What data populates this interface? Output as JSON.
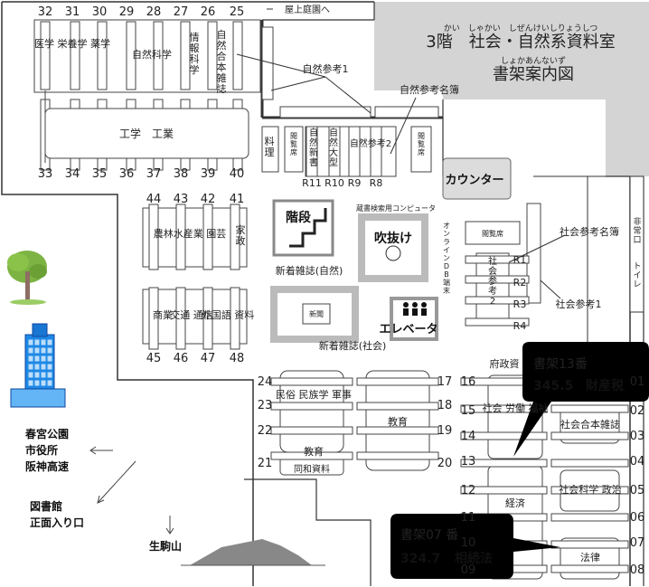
{
  "header": {
    "floor_title": "3階　社会・自然系資料室",
    "floor_ruby": "かい　しゃかい　しぜんけいしりょうしつ",
    "subtitle": "書架案内図",
    "subtitle_ruby": "しょかあんないず"
  },
  "labels": {
    "roof_garden": "屋上庭園へ",
    "nature_ref1": "自然参考1",
    "nature_ref2": "自然参考2",
    "nature_ref_catalog": "自然参考名簿",
    "counter": "カウンター",
    "stairs": "階段",
    "atrium": "吹抜け",
    "elevator": "エレベータ",
    "opac": "蔵書検索用コンピュータ",
    "online_db": "オンラインDB端末",
    "reading_table_1": "閲覧席",
    "reading_table_2": "閲覧席",
    "reading_table_3": "閲覧席",
    "new_magazines_nature": "新着雑誌(自然)",
    "new_magazines_social": "新着雑誌(社会)",
    "newspaper": "新聞",
    "social_ref_catalog": "社会参考名簿",
    "social_ref1": "社会参考1",
    "social_ref2": "社会参考2",
    "emergency_exit": "非常口",
    "toilet": "トイレ",
    "public_finance": "府政資",
    "dest_kasuga": "春宮公園",
    "dest_cityhall": "市役所",
    "dest_hanshin": "阪神高速",
    "dest_library": "図書館",
    "dest_entrance": "正面入り口",
    "mountain": "生駒山"
  },
  "shelves": {
    "medicine": "医学 栄養学 薬学",
    "natural_science": "自然科学",
    "info_science": "情報科学",
    "natural_journal": "自然合本雑誌",
    "engineering": "工学　工業",
    "cooking": "料理",
    "nature_newbook": "自然新書",
    "nature_large": "自然大型",
    "agriculture": "農林水産業 園芸",
    "household": "家政",
    "commerce": "商業",
    "transport": "交通 通信",
    "foreign_lang": "外国語 資料",
    "folklore": "民俗 民族学 軍事",
    "education": "教育",
    "education2": "教育",
    "dowa": "同和資料",
    "labor": "社会 労働 福祉",
    "social_journal": "社会合本雑誌",
    "social_science": "社会科学 政治",
    "economy": "経済",
    "law": "法律"
  },
  "shelf_numbers": {
    "top": [
      "32",
      "31",
      "30",
      "29",
      "28",
      "27",
      "26",
      "25"
    ],
    "bottom": [
      "33",
      "34",
      "35",
      "36",
      "37",
      "38",
      "39",
      "40"
    ],
    "mid_top": [
      "44",
      "43",
      "42",
      "41"
    ],
    "mid_bottom": [
      "45",
      "46",
      "47",
      "48"
    ],
    "rn": [
      "R11",
      "R10",
      "R9",
      "R8"
    ],
    "r_side": [
      "R1",
      "R2",
      "R3",
      "R4"
    ],
    "left_col": [
      "24",
      "23",
      "22",
      "21"
    ],
    "col17": [
      "17",
      "18",
      "19",
      "20"
    ],
    "col16": [
      "16",
      "15",
      "14",
      "13",
      "12",
      "11",
      "10",
      "09"
    ],
    "right_col": [
      "01",
      "02",
      "03",
      "04",
      "05",
      "06",
      "07",
      "08"
    ]
  },
  "callouts": [
    {
      "title": "書架13番",
      "code": "345.5",
      "subject": "財産税"
    },
    {
      "title": "書架07 番",
      "code": "324.7",
      "subject": "相続法"
    }
  ]
}
